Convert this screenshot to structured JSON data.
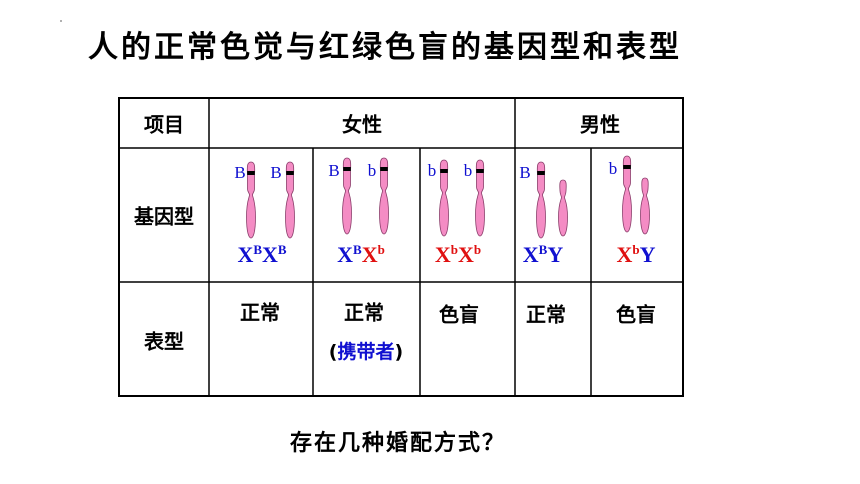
{
  "title": "人的正常色觉与红绿色盲的基因型和表型",
  "table": {
    "row_labels": {
      "item": "项目",
      "genotype": "基因型",
      "phenotype": "表型"
    },
    "group_headers": {
      "female": "女性",
      "male": "男性"
    },
    "columns": [
      {
        "alleles": [
          "B",
          "B"
        ],
        "genotype": {
          "x1": "X",
          "s1": "B",
          "x2": "X",
          "s2": "B"
        },
        "colors": [
          "blue",
          "blue"
        ],
        "phenotype": "正常",
        "note": ""
      },
      {
        "alleles": [
          "B",
          "b"
        ],
        "genotype": {
          "x1": "X",
          "s1": "B",
          "x2": "X",
          "s2": "b"
        },
        "colors": [
          "blue",
          "red"
        ],
        "phenotype": "正常",
        "note": "携带者"
      },
      {
        "alleles": [
          "b",
          "b"
        ],
        "genotype": {
          "x1": "X",
          "s1": "b",
          "x2": "X",
          "s2": "b"
        },
        "colors": [
          "red",
          "red"
        ],
        "phenotype": "色盲",
        "note": ""
      },
      {
        "alleles": [
          "B"
        ],
        "genotype": {
          "x1": "X",
          "s1": "B",
          "x2": "Y",
          "s2": ""
        },
        "colors": [
          "blue",
          "blue"
        ],
        "phenotype": "正常",
        "note": ""
      },
      {
        "alleles": [
          "b"
        ],
        "genotype": {
          "x1": "X",
          "s1": "b",
          "x2": "Y",
          "s2": ""
        },
        "colors": [
          "red",
          "blue"
        ],
        "phenotype": "色盲",
        "note": ""
      }
    ],
    "carrier_paren_open": "(",
    "carrier_paren_close": ")"
  },
  "question": "存在几种婚配方式？",
  "colors": {
    "blue": "#1010d0",
    "red": "#e01010",
    "chromosome": "#f48cc4",
    "band": "#000000"
  }
}
